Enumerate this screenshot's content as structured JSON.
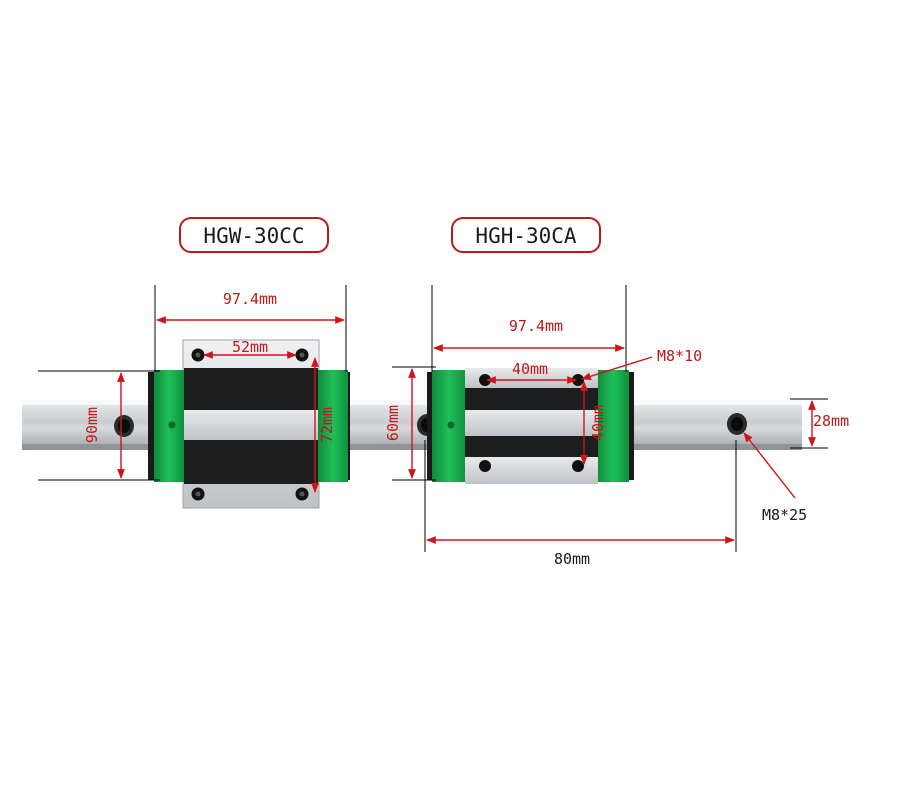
{
  "colors": {
    "accent": "#d0141a",
    "seal_green": "#16a34a",
    "block_black": "#1e1e1e",
    "rail_steel": "#b8bcc0"
  },
  "left_block": {
    "model": "HGW-30CC",
    "dim_length": "97.4mm",
    "dim_hole_spacing": "52mm",
    "dim_height": "90mm",
    "dim_inner_height": "72mm"
  },
  "right_block": {
    "model": "HGH-30CA",
    "dim_length": "97.4mm",
    "dim_hole_spacing_x": "40mm",
    "dim_height": "60mm",
    "dim_hole_spacing_y": "40mm",
    "thread_label": "M8*10"
  },
  "rail": {
    "width_label": "28mm",
    "hole_label": "M8*25",
    "pitch_label": "80mm"
  }
}
